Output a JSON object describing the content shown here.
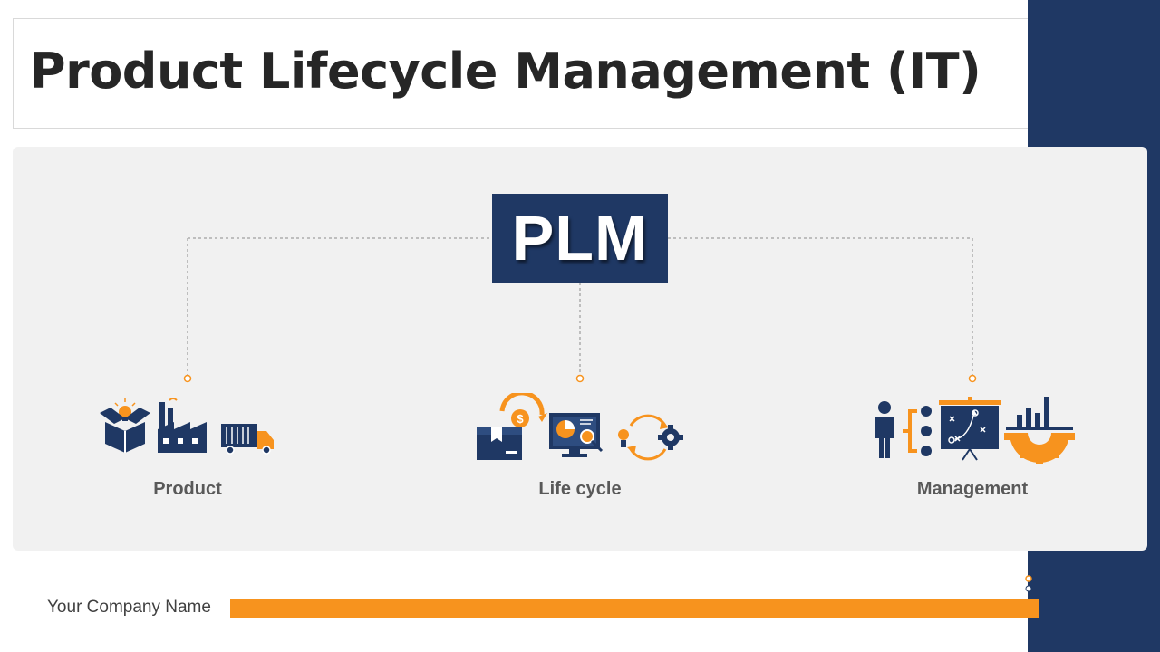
{
  "slide": {
    "title": "Product Lifecycle Management (IT)",
    "center": "PLM",
    "nodes": [
      {
        "label": "Product"
      },
      {
        "label": "Life cycle"
      },
      {
        "label": "Management"
      }
    ],
    "footer": {
      "company": "Your Company Name"
    }
  },
  "colors": {
    "navy": "#1f3864",
    "orange": "#f7931e",
    "panel": "#f1f1f1",
    "text_dark": "#262626",
    "label_gray": "#595959"
  },
  "icons": [
    "open-box-lightbulb-icon",
    "factory-icon",
    "delivery-truck-icon",
    "dollar-cycle-icon",
    "package-box-icon",
    "monitor-analytics-icon",
    "lightbulb-cycle-gear-icon",
    "person-icon",
    "org-branches-icon",
    "strategy-board-icon",
    "bar-chart-gear-icon"
  ]
}
